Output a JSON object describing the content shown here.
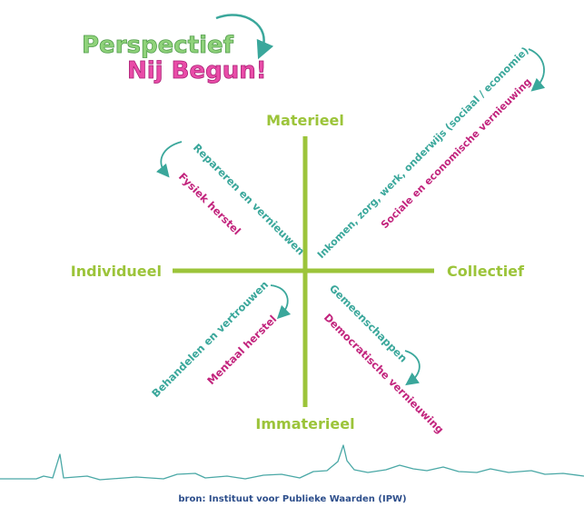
{
  "logo": {
    "line1": "Perspectief",
    "line2": "Nij Begun!"
  },
  "axes": {
    "top": "Materieel",
    "bottom": "Immaterieel",
    "left": "Individueel",
    "right": "Collectief"
  },
  "quadrants": {
    "top_left": {
      "teal": "Repareren en vernieuwen",
      "magenta": "Fysiek herstel"
    },
    "top_right": {
      "teal": "Inkomen, zorg, werk, onderwijs (sociaal / economie)",
      "magenta": "Sociale en economische vernieuwing"
    },
    "bottom_left": {
      "teal": "Behandelen en vertrouwen",
      "magenta": "Mentaal herstel"
    },
    "bottom_right": {
      "teal": "Gemeenschappen",
      "magenta": "Democratische vernieuwing"
    }
  },
  "source": "bron: Instituut voor Publieke Waarden (IPW)",
  "colors": {
    "axis": "#9cc43a",
    "teal": "#3aa79b",
    "magenta": "#c2247d",
    "logo_green": "#8fd27a",
    "logo_pink": "#e94ca8",
    "skyline": "#4aa8a6",
    "source_text": "#2e4f8c"
  }
}
